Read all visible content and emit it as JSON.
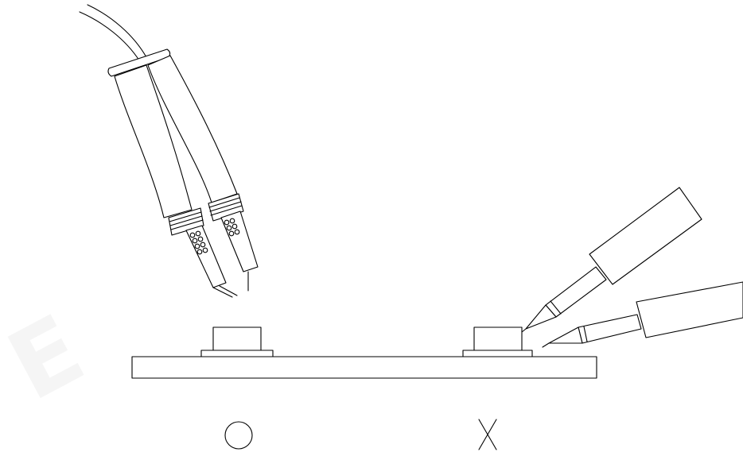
{
  "colors": {
    "line": "#000000",
    "background": "#ffffff",
    "watermark": "#9e9e9e"
  },
  "watermark_text": "E",
  "marks": {
    "correct": "circle-mark",
    "incorrect": "x-mark"
  }
}
